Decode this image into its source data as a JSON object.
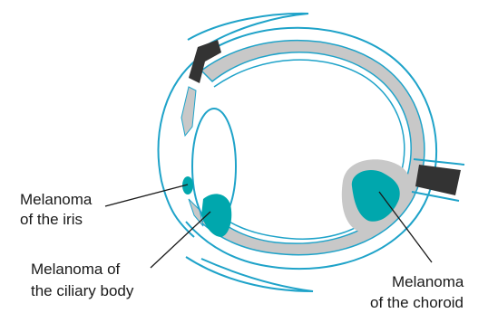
{
  "labels": {
    "iris": [
      "Melanoma",
      "of the iris"
    ],
    "ciliary_body": [
      "Melanoma of",
      "the ciliary body"
    ],
    "choroid": [
      "Melanoma",
      "of the choroid"
    ]
  },
  "colors": {
    "outline": "#1fa3c9",
    "sclera_fill": "#c8c8c8",
    "tumor": "#00a7ad",
    "optic_nerve": "#333333",
    "leader_line": "#1a1a1a",
    "text": "#1a1a1a"
  }
}
